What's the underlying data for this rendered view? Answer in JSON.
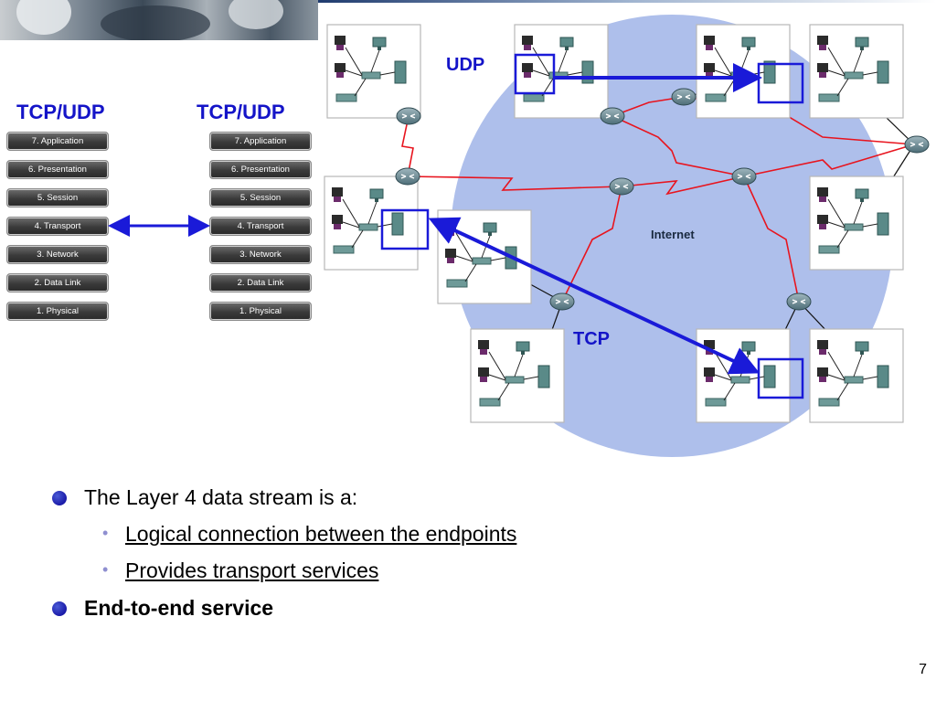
{
  "left_stack": {
    "title": "TCP/UDP",
    "layers": [
      "7. Application",
      "6. Presentation",
      "5. Session",
      "4. Transport",
      "3. Network",
      "2. Data Link",
      "1. Physical"
    ]
  },
  "right_stack": {
    "title": "TCP/UDP",
    "layers": [
      "7. Application",
      "6. Presentation",
      "5. Session",
      "4. Transport",
      "3. Network",
      "2. Data Link",
      "1. Physical"
    ]
  },
  "network": {
    "udp_label": "UDP",
    "tcp_label": "TCP",
    "internet_label": "Internet"
  },
  "bullets": {
    "main1": "The Layer 4 data stream is a:",
    "sub1": "Logical connection between the endpoints",
    "sub2": "Provides transport services",
    "main2": "End-to-end service",
    "sub_marker": "•"
  },
  "page_number": "7",
  "colors": {
    "label_blue": "#1414c8",
    "cloud": "#aebfeb",
    "link_red": "#e8141e",
    "arrow_blue": "#1a1ad8"
  }
}
